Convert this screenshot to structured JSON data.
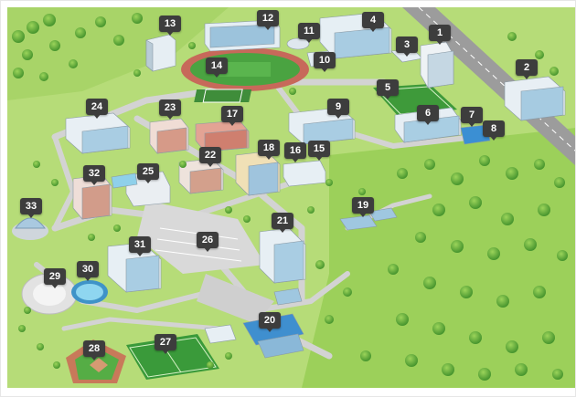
{
  "map": {
    "markers": [
      {
        "id": "1",
        "label": "1"
      },
      {
        "id": "2",
        "label": "2"
      },
      {
        "id": "3",
        "label": "3"
      },
      {
        "id": "4",
        "label": "4"
      },
      {
        "id": "5",
        "label": "5"
      },
      {
        "id": "6",
        "label": "6"
      },
      {
        "id": "7",
        "label": "7"
      },
      {
        "id": "8",
        "label": "8"
      },
      {
        "id": "9",
        "label": "9"
      },
      {
        "id": "10",
        "label": "10"
      },
      {
        "id": "11",
        "label": "11"
      },
      {
        "id": "12",
        "label": "12"
      },
      {
        "id": "13",
        "label": "13"
      },
      {
        "id": "14",
        "label": "14"
      },
      {
        "id": "15",
        "label": "15"
      },
      {
        "id": "16",
        "label": "16"
      },
      {
        "id": "17",
        "label": "17"
      },
      {
        "id": "18",
        "label": "18"
      },
      {
        "id": "19",
        "label": "19"
      },
      {
        "id": "20",
        "label": "20"
      },
      {
        "id": "21",
        "label": "21"
      },
      {
        "id": "22",
        "label": "22"
      },
      {
        "id": "23",
        "label": "23"
      },
      {
        "id": "24",
        "label": "24"
      },
      {
        "id": "25",
        "label": "25"
      },
      {
        "id": "26",
        "label": "26"
      },
      {
        "id": "27",
        "label": "27"
      },
      {
        "id": "28",
        "label": "28"
      },
      {
        "id": "29",
        "label": "29"
      },
      {
        "id": "30",
        "label": "30"
      },
      {
        "id": "31",
        "label": "31"
      },
      {
        "id": "32",
        "label": "32"
      },
      {
        "id": "33",
        "label": "33"
      }
    ]
  },
  "colors": {
    "grass": "#a6d46a",
    "grass_light": "#c2e08c",
    "forest": "#6cb23a",
    "road": "#c9c9c9",
    "highway": "#9a9a9a",
    "field": "#3f9a3a",
    "track": "#c8695b",
    "water": "#7ec8e8",
    "roof_blue": "#9fc7e0",
    "brick": "#d98a7a",
    "marker": "#3d3d3d"
  }
}
